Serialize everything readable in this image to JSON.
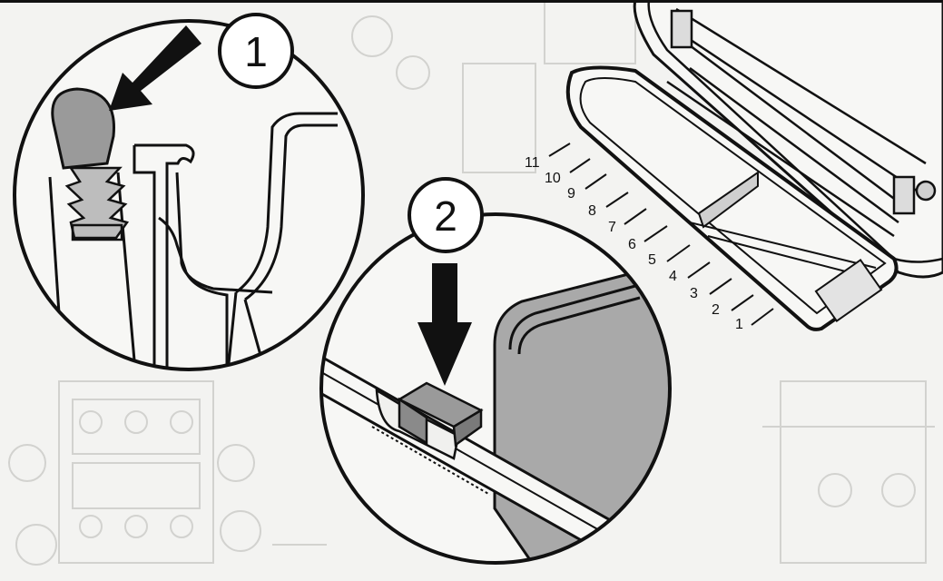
{
  "steps": [
    {
      "number": "1"
    },
    {
      "number": "2"
    }
  ],
  "slot_labels": [
    "1",
    "2",
    "3",
    "4",
    "5",
    "6",
    "7",
    "8",
    "9",
    "10",
    "11"
  ],
  "colors": {
    "background": "#f3f3f1",
    "line": "#111111",
    "shaded_fill": "#9a9a9a",
    "panel_fill": "#a9a9a9",
    "faded_schematic": "#cfcfcc"
  },
  "icons": [
    "arrow-down-left-icon",
    "arrow-down-icon"
  ]
}
